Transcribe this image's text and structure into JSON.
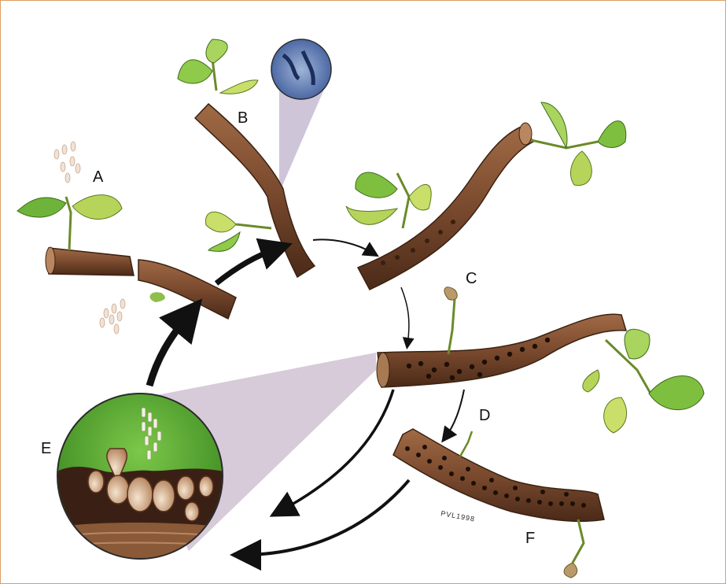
{
  "labels": {
    "a": "A",
    "b": "B",
    "c": "C",
    "d": "D",
    "e": "E",
    "f": "F"
  },
  "signature": "PVL1998",
  "colors": {
    "bark": "#7a4a2e",
    "bark_dark": "#4a2a18",
    "leaf": "#7fbf3f",
    "leaf_light": "#c9df6a",
    "frame": "#d9a066",
    "arrow": "#111111",
    "lens": "#b8a6bd"
  }
}
